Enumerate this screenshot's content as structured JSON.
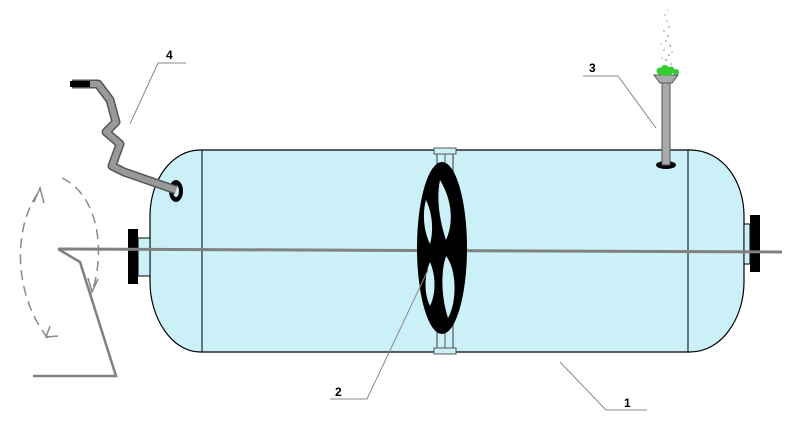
{
  "callouts": {
    "tank": "1",
    "impeller": "2",
    "vent_pipe": "3",
    "inlet_pipe": "4"
  },
  "colors": {
    "tank_fill": "#ccf0f7",
    "outline": "#000000",
    "shaft": "#808080",
    "pipe": "#999999",
    "foam": "#33cc33"
  }
}
